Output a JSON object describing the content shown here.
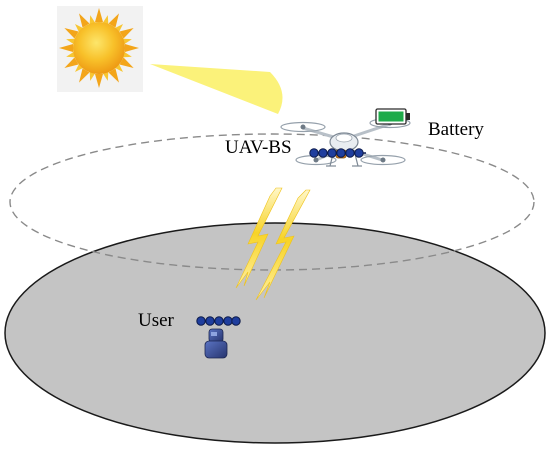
{
  "labels": {
    "uav_bs": "UAV-BS",
    "battery": "Battery",
    "user": "User"
  },
  "icons": {
    "sun": "sun-icon",
    "drone": "drone-icon",
    "battery": "battery-icon",
    "user": "user-icon",
    "link": "lightning-icon",
    "antenna": "antenna-array-icon"
  },
  "colors": {
    "ground_fill": "#c4c4c4",
    "ground_stroke": "#1a1a1a",
    "orbit_stroke": "#8a8a8a",
    "sun_body": "#f6b11c",
    "sun_beam": "#fbf27a",
    "lightning": "#f5c60f",
    "battery_fill": "#1eab4a",
    "antenna_element": "#1f3e9e",
    "user_body": "#364b8f"
  }
}
